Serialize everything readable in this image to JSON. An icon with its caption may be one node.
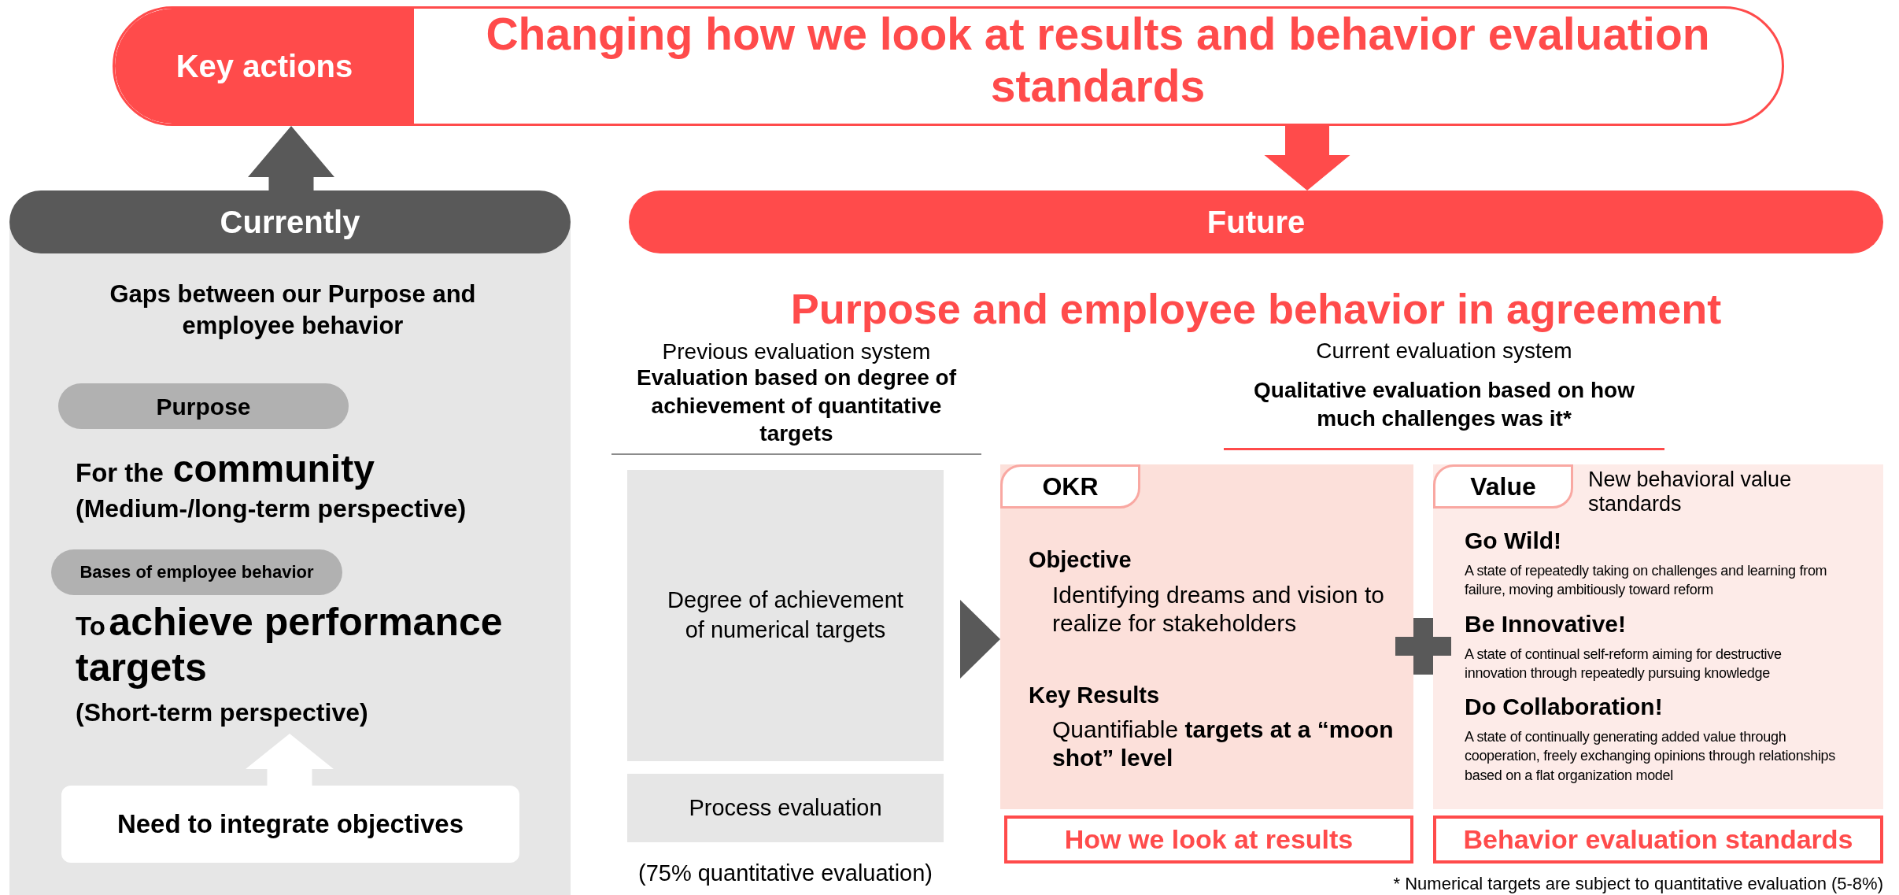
{
  "diagram": {
    "nodes": [
      {
        "text": [
          "Key actions",
          "Changing how we look at results and behavior evaluation standards"
        ]
      },
      {
        "text": [
          "Currently",
          "Gaps between our Purpose and employee behavior"
        ]
      },
      {
        "text": [
          "Purpose"
        ],
        "in": 1
      },
      {
        "text": [
          "Bases of employee behavior"
        ],
        "in": 1
      },
      {
        "text": [
          "To",
          "achieve performance targets",
          "(Short-term perspective)"
        ],
        "in": 1
      },
      {
        "text": [
          "Need to integrate objectives"
        ],
        "in": 1
      },
      {
        "text": [
          "Future"
        ]
      },
      {
        "text": [
          "Degree of achievement of numerical targets"
        ]
      },
      {
        "text": [
          "Process evaluation"
        ],
        "beside": [
          "(75% quantitative evaluation)"
        ]
      },
      {
        "text": [
          "OKR",
          "Objective",
          "Identifying dreams and vision to realize for stakeholders",
          "Key Results",
          "Quantifiable **targets at a “moon shot” level**"
        ]
      },
      {
        "text": [
          "How we look at results"
        ]
      },
      {
        "text": [
          "Value",
          "New behavioral value standards",
          "Go Wild!",
          "A state of repeatedly taking on challenges and learning from failure, moving ambitiously toward reform",
          "Be Innovative!",
          "A state of continual self-reform aiming for destructive innovation through repeatedly pursuing knowledge",
          "Do Collaboration!",
          "A state of continually generating added value through cooperation, freely exchanging opinions through relationships based on a flat organization model"
        ]
      },
      {
        "text": [
          "Behavior evaluation standards"
        ]
      }
    ],
    "edges": [
      {
        "from": 1,
        "to": 0,
        "arrow": "to",
        "color": "#595959"
      },
      {
        "from": 0,
        "to": 6,
        "arrow": "to",
        "color": "#ff4b4b"
      },
      {
        "from": 5,
        "to": 4,
        "arrow": "to",
        "color": "#ffffff"
      },
      {
        "from": 7,
        "to": 9,
        "arrow": "to",
        "color": "#595959"
      }
    ],
    "labels": [
      "For the",
      "community",
      "(Medium-/long-term perspective)",
      "Purpose and employee behavior in agreement",
      "Previous evaluation system",
      "Evaluation based on degree of achievement of quantitative targets",
      "Current evaluation system",
      "Qualitative evaluation based on how much challenges was it*",
      "* Numerical targets are subject to quantitative evaluation (5-8%)"
    ]
  }
}
